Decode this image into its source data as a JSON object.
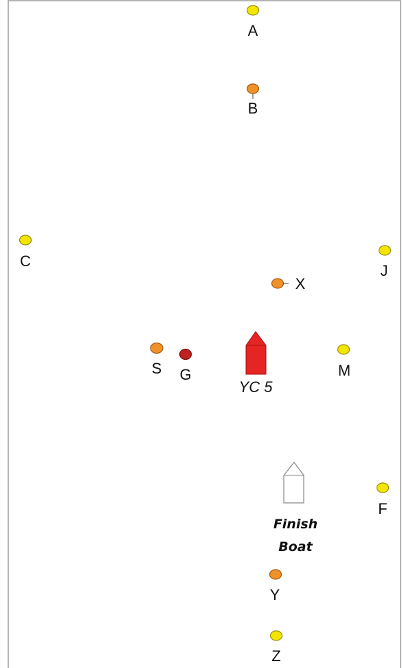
{
  "colors": {
    "yellow_mark": "#f2e600",
    "orange_mark": "#f0922a",
    "red_mark": "#bf2020",
    "committee_boat": "#e52424",
    "finish_boat": "#ffffff",
    "border": "#9a9a9a"
  },
  "marks": [
    {
      "label": "A",
      "color": "yellow"
    },
    {
      "label": "B",
      "color": "orange"
    },
    {
      "label": "C",
      "color": "yellow"
    },
    {
      "label": "J",
      "color": "yellow"
    },
    {
      "label": "X",
      "color": "orange"
    },
    {
      "label": "S",
      "color": "orange"
    },
    {
      "label": "G",
      "color": "red"
    },
    {
      "label": "M",
      "color": "yellow"
    },
    {
      "label": "F",
      "color": "yellow"
    },
    {
      "label": "Y",
      "color": "orange"
    },
    {
      "label": "Z",
      "color": "yellow"
    }
  ],
  "committee_boat": {
    "label": "YC 5"
  },
  "finish_boat": {
    "line1": "Finish",
    "line2": "Boat"
  }
}
